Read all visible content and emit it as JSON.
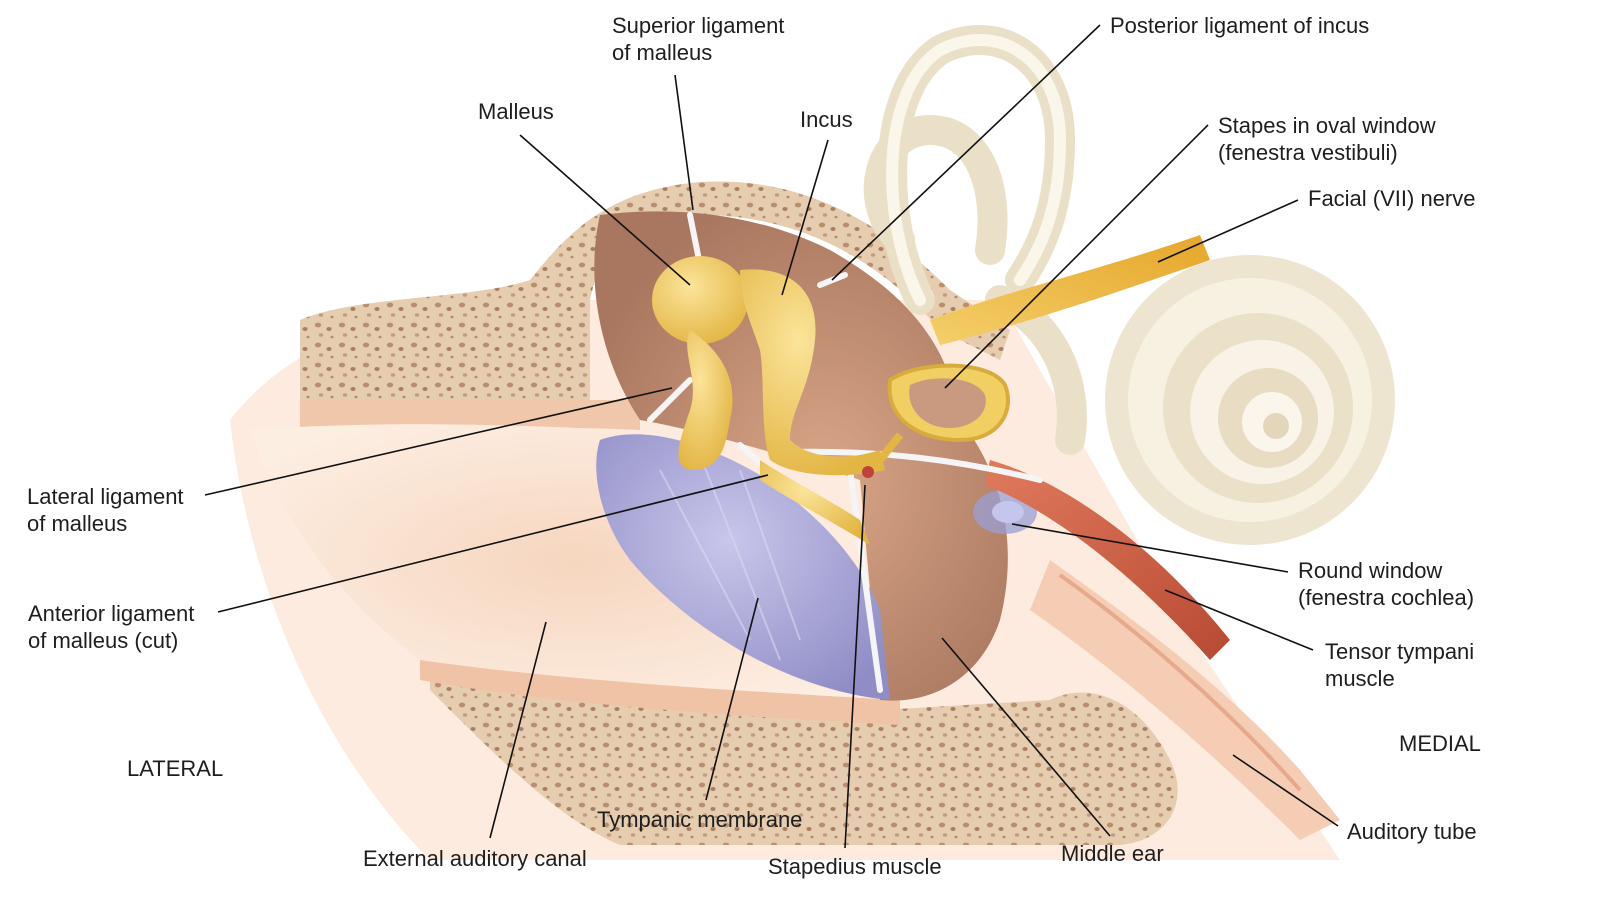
{
  "labels": {
    "superior_ligament": [
      "Superior ligament",
      "of malleus"
    ],
    "malleus": "Malleus",
    "incus": "Incus",
    "posterior_ligament": "Posterior ligament of incus",
    "stapes": [
      "Stapes in oval window",
      "(fenestra vestibuli)"
    ],
    "facial_nerve": "Facial (VII) nerve",
    "lateral_ligament": [
      "Lateral ligament",
      "of malleus"
    ],
    "anterior_ligament": [
      "Anterior ligament",
      "of malleus (cut)"
    ],
    "round_window": [
      "Round window",
      "(fenestra cochlea)"
    ],
    "tensor_tympani": [
      "Tensor tympani",
      "muscle"
    ],
    "medial": "MEDIAL",
    "lateral": "LATERAL",
    "auditory_tube": "Auditory tube",
    "middle_ear": "Middle ear",
    "stapedius": "Stapedius muscle",
    "tympanic_membrane": "Tympanic membrane",
    "external_canal": "External auditory canal"
  },
  "colors": {
    "bone": "#e8d3b6",
    "bone_spongy": "#c9a98a",
    "ossicle": "#f2cf62",
    "tympanic_membrane": "#a9a7d6",
    "cavity": "#c8957b",
    "canal_skin": "#f3c9ae",
    "labyrinth": "#efe6d2",
    "nerve": "#f0c044",
    "muscle": "#d2664a",
    "leader": "#111111"
  }
}
